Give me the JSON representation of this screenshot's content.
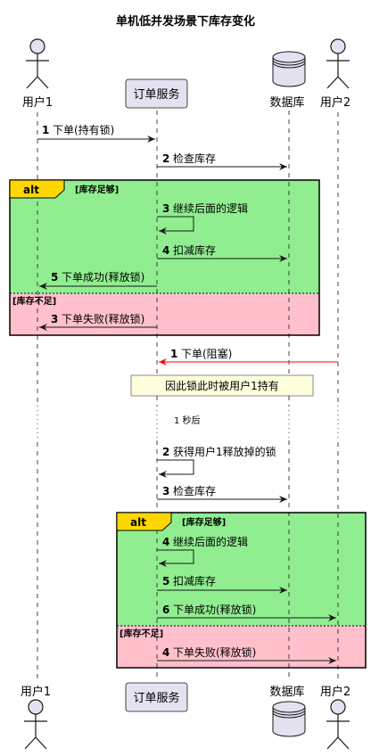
{
  "diagram": {
    "title": "单机低并发场景下库存变化",
    "participants": {
      "user1": "用户1",
      "order_service": "订单服务",
      "database": "数据库",
      "user2": "用户2"
    },
    "messages": [
      {
        "num": "1",
        "text": "下单(持有锁)"
      },
      {
        "num": "2",
        "text": "检查库存"
      },
      {
        "num": "3",
        "text": "继续后面的逻辑"
      },
      {
        "num": "4",
        "text": "扣减库存"
      },
      {
        "num": "5",
        "text": "下单成功(释放锁)"
      },
      {
        "num": "3",
        "text": "下单失败(释放锁)"
      },
      {
        "num": "1",
        "text": "下单(阻塞)"
      },
      {
        "num": "2",
        "text": "获得用户1释放掉的锁"
      },
      {
        "num": "3",
        "text": "检查库存"
      },
      {
        "num": "4",
        "text": "继续后面的逻辑"
      },
      {
        "num": "5",
        "text": "扣减库存"
      },
      {
        "num": "6",
        "text": "下单成功(释放锁)"
      },
      {
        "num": "4",
        "text": "下单失败(释放锁)"
      }
    ],
    "alt1": {
      "keyword": "alt",
      "guard_main": "[库存足够]",
      "guard_else": "[库存不足]"
    },
    "alt2": {
      "keyword": "alt",
      "guard_main": "[库存足够]",
      "guard_else": "[库存不足]"
    },
    "note": "因此锁此时被用户1持有",
    "delay": "1 秒后",
    "colors": {
      "alt_main": "#90EE90",
      "alt_else": "#FFC0CB",
      "alt_tab": "#FFD700",
      "participant_fill": "#E2E2F0",
      "note_fill": "#FEFFDD",
      "blocked_arrow": "#FF0000"
    }
  }
}
